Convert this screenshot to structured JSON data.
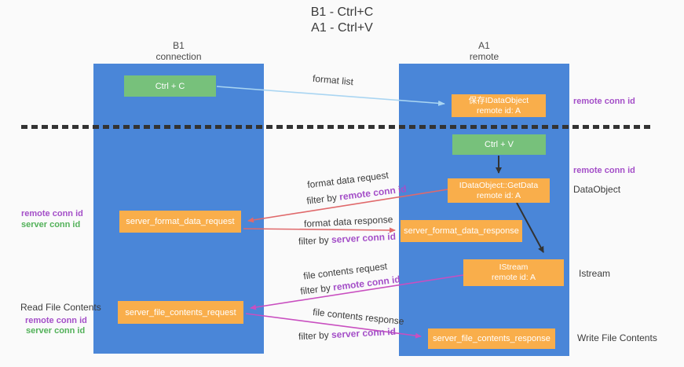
{
  "title": {
    "line1": "B1 - Ctrl+C",
    "line2": "A1 - Ctrl+V"
  },
  "lanes": {
    "left": {
      "name": "B1",
      "sub": "connection"
    },
    "right": {
      "name": "A1",
      "sub": "remote"
    }
  },
  "nodes": {
    "ctrl_c": {
      "label": "Ctrl + C"
    },
    "ctrl_v": {
      "label": "Ctrl + V"
    },
    "save_dataobject": {
      "line1": "保存IDataObject",
      "line2": "remote id: A"
    },
    "getdata": {
      "line1": "IDataObject::GetData",
      "line2": "remote id: A"
    },
    "istream": {
      "line1": "IStream",
      "line2": "remote id: A"
    },
    "format_request": {
      "label": "server_format_data_request"
    },
    "format_response": {
      "label": "server_format_data_response"
    },
    "file_request": {
      "label": "server_file_contents_request"
    },
    "file_response": {
      "label": "server_file_contents_response"
    }
  },
  "flow_labels": {
    "format_list": "format list",
    "format_data_request": "format data request",
    "format_data_response": "format data response",
    "file_contents_request": "file contents request",
    "file_contents_response": "file contents response",
    "filter_by": "filter by",
    "remote_conn_id": "remote conn id",
    "server_conn_id": "server conn id"
  },
  "side_labels": {
    "right_remote_conn_id_top": "remote conn id",
    "right_remote_conn_id_mid": "remote conn id",
    "right_dataobject": "DataObject",
    "right_istream": "Istream",
    "right_write_file_contents": "Write File Contents",
    "left_remote_conn_id_mid": "remote conn id",
    "left_server_conn_id_mid": "server conn id",
    "left_read_file_contents": "Read File Contents",
    "left_remote_conn_id_bottom": "remote conn id",
    "left_server_conn_id_bottom": "server conn id"
  },
  "colors": {
    "lane_blue": "#4A86D8",
    "node_orange": "#F9AE4B",
    "node_green": "#77C17B",
    "arrow_light_blue": "#A9D5F2",
    "arrow_black": "#333333",
    "arrow_red": "#E0696B",
    "arrow_magenta": "#C94FC0",
    "conn_id_purple": "#A44FC8",
    "conn_id_green": "#52B159",
    "divider_black": "#333333",
    "background": "#FAFAFA"
  }
}
